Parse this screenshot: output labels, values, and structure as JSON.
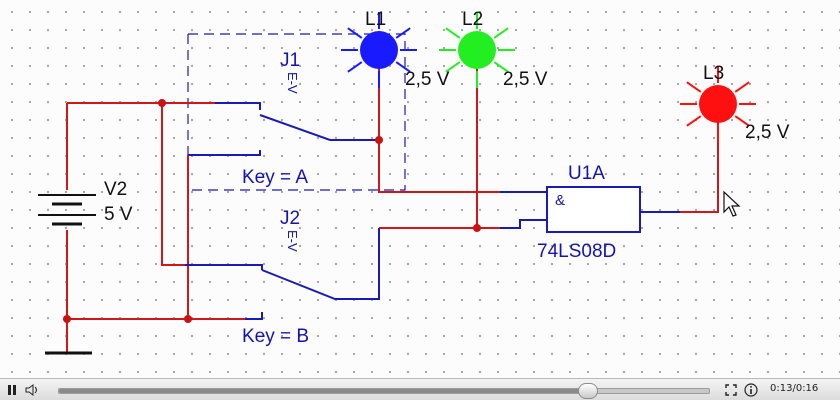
{
  "schematic": {
    "components": {
      "lamp_l1": {
        "label": "L1",
        "voltage": "2,5 V",
        "color": "#1a1aff"
      },
      "lamp_l2": {
        "label": "L2",
        "voltage": "2,5 V",
        "color": "#22ee22"
      },
      "lamp_l3": {
        "label": "L3",
        "voltage": "2,5 V",
        "color": "#ff1010"
      },
      "switch_j1": {
        "label": "J1",
        "key_text": "Key = A"
      },
      "switch_j2": {
        "label": "J2",
        "key_text": "Key = B"
      },
      "battery_v2": {
        "label": "V2",
        "value": "5 V"
      },
      "gate_u1a": {
        "label": "U1A",
        "part": "74LS08D",
        "symbol": "&"
      }
    },
    "colors": {
      "wire_red": "#d01818",
      "wire_blue": "#1a1ab8",
      "junction": "#cc1111"
    }
  },
  "player": {
    "pause_icon": "pause-icon",
    "volume_icon": "speaker-icon",
    "progress": 0.8125,
    "time": "0:13/0:16",
    "icons": [
      "fullscreen-icon",
      "info-icon"
    ]
  }
}
